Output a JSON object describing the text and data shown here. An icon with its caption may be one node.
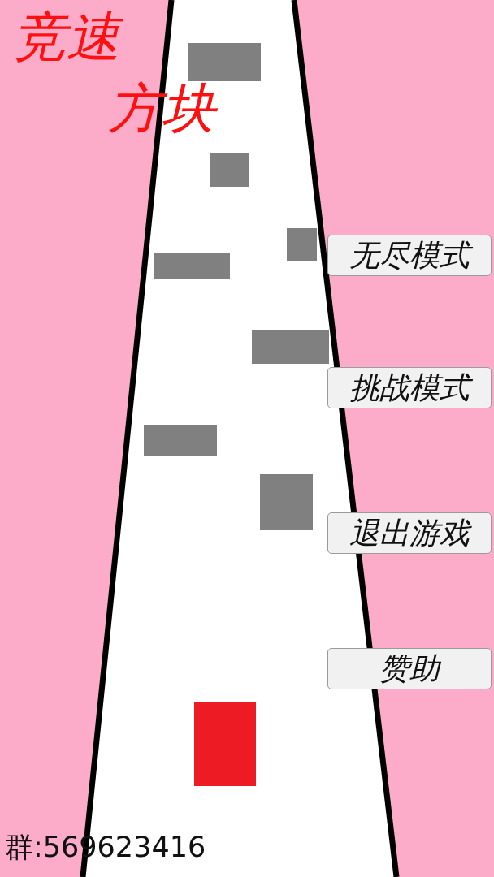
{
  "diagram": {
    "title": "竞速方块",
    "nodes": [
      {
        "text": [
          "无尽模式"
        ]
      },
      {
        "text": [
          "挑战模式"
        ]
      },
      {
        "text": [
          "退出游戏"
        ]
      },
      {
        "text": [
          "赞助"
        ]
      }
    ],
    "labels": [
      "群:569623416"
    ]
  }
}
